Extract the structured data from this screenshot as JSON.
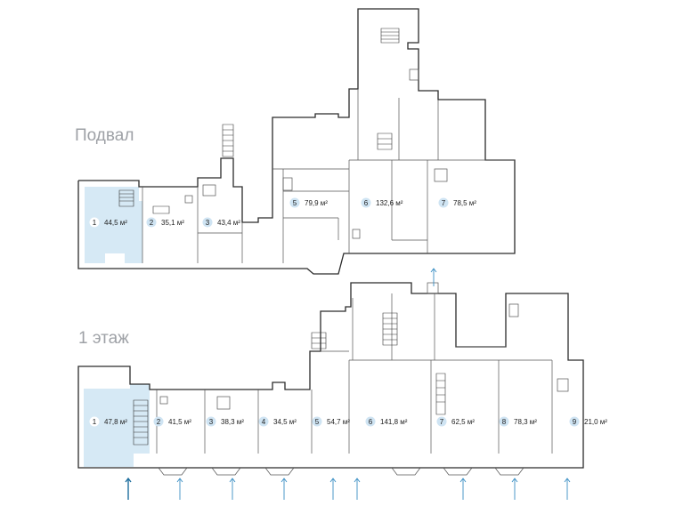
{
  "colors": {
    "highlight_fill": "#d6e9f5",
    "badge_fill": "#cfe4f3",
    "badge_fill_active": "#ffffff",
    "arrow": "#3a8fc4",
    "label_gray": "#9ea1a6"
  },
  "floors": [
    {
      "id": "basement",
      "label": "Подвал",
      "rooms": [
        {
          "num": "1",
          "area": "44,5 м²",
          "highlighted": true
        },
        {
          "num": "2",
          "area": "35,1 м²"
        },
        {
          "num": "3",
          "area": "43,4 м²"
        },
        {
          "num": "5",
          "area": "79,9 м²"
        },
        {
          "num": "6",
          "area": "132,6 м²"
        },
        {
          "num": "7",
          "area": "78,5 м²"
        }
      ]
    },
    {
      "id": "first-floor",
      "label": "1 этаж",
      "rooms": [
        {
          "num": "1",
          "area": "47,8 м²",
          "highlighted": true
        },
        {
          "num": "2",
          "area": "41,5 м²"
        },
        {
          "num": "3",
          "area": "38,3 м²"
        },
        {
          "num": "4",
          "area": "34,5 м²"
        },
        {
          "num": "5",
          "area": "54,7 м²"
        },
        {
          "num": "6",
          "area": "141,8 м²"
        },
        {
          "num": "7",
          "area": "62,5 м²"
        },
        {
          "num": "8",
          "area": "78,3 м²"
        },
        {
          "num": "9",
          "area": "21,0 м²"
        }
      ],
      "entrance_arrows": 10
    }
  ]
}
